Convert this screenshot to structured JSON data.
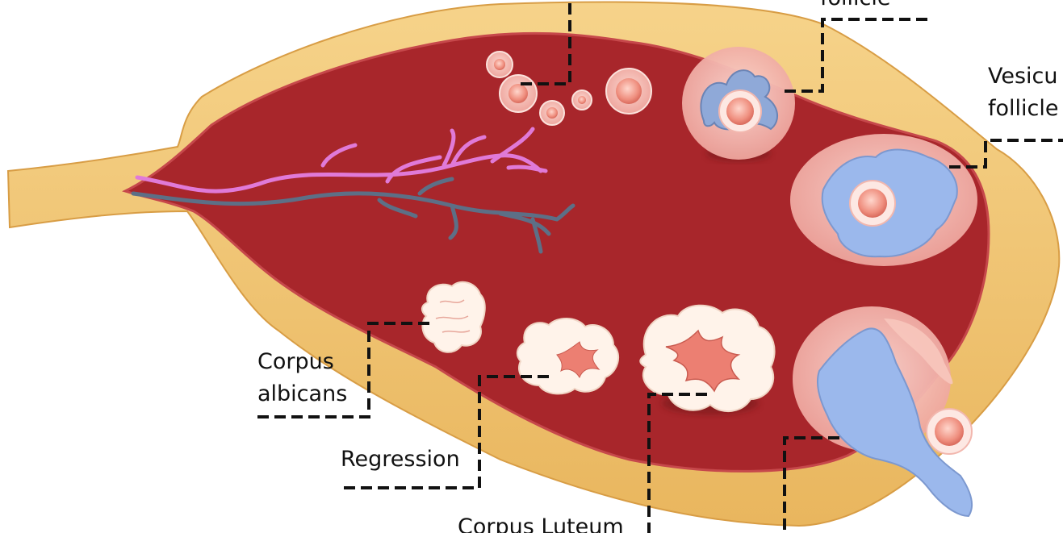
{
  "labels": {
    "primary_follicle_partial": "follicle",
    "vesicular_follicle_line1": "Vesicu",
    "vesicular_follicle_line2": "follicle",
    "corpus_albicans_line1": "Corpus",
    "corpus_albicans_line2": "albicans",
    "regression": "Regression",
    "corpus_luteum": "Corpus Luteum"
  },
  "colors": {
    "ovary_outer": "#eec06c",
    "ovary_inner": "#a8262b",
    "follicle_halo": "#f3b8b0",
    "antrum_blue": "#9bb8ec",
    "vessel_pink": "#e07ad8",
    "vessel_slate": "#5d6f86",
    "leader_line": "#111111"
  }
}
